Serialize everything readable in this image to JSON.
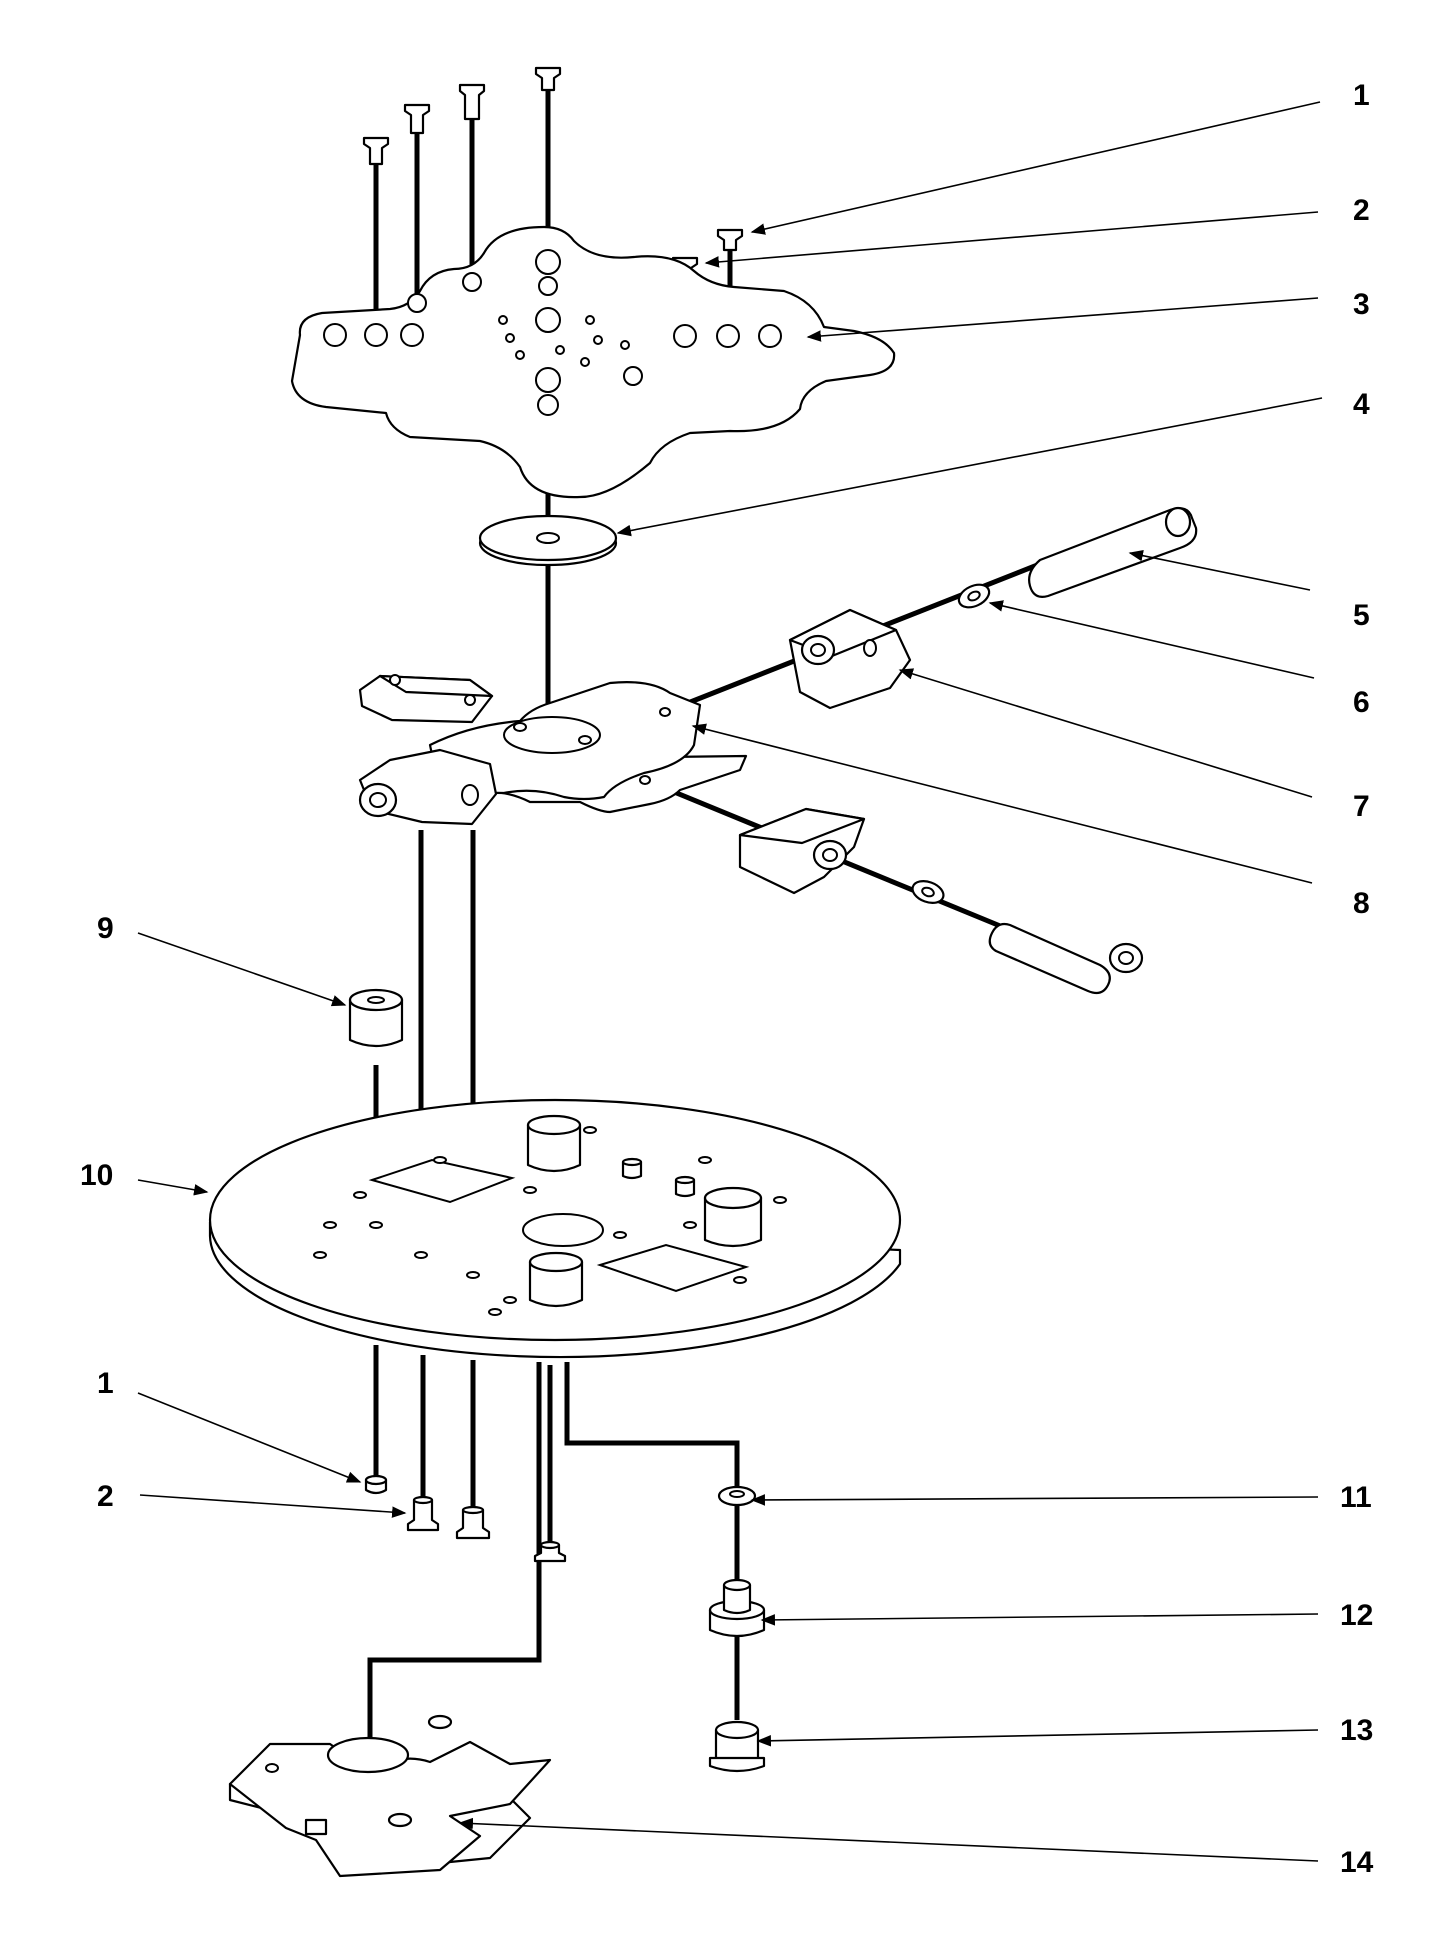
{
  "callouts": [
    {
      "label": "1"
    },
    {
      "label": "2"
    },
    {
      "label": "3"
    },
    {
      "label": "4"
    },
    {
      "label": "5"
    },
    {
      "label": "6"
    },
    {
      "label": "7"
    },
    {
      "label": "8"
    },
    {
      "label": "9"
    },
    {
      "label": "10"
    },
    {
      "label": "1"
    },
    {
      "label": "2"
    },
    {
      "label": "11"
    },
    {
      "label": "12"
    },
    {
      "label": "13"
    },
    {
      "label": "14"
    }
  ]
}
